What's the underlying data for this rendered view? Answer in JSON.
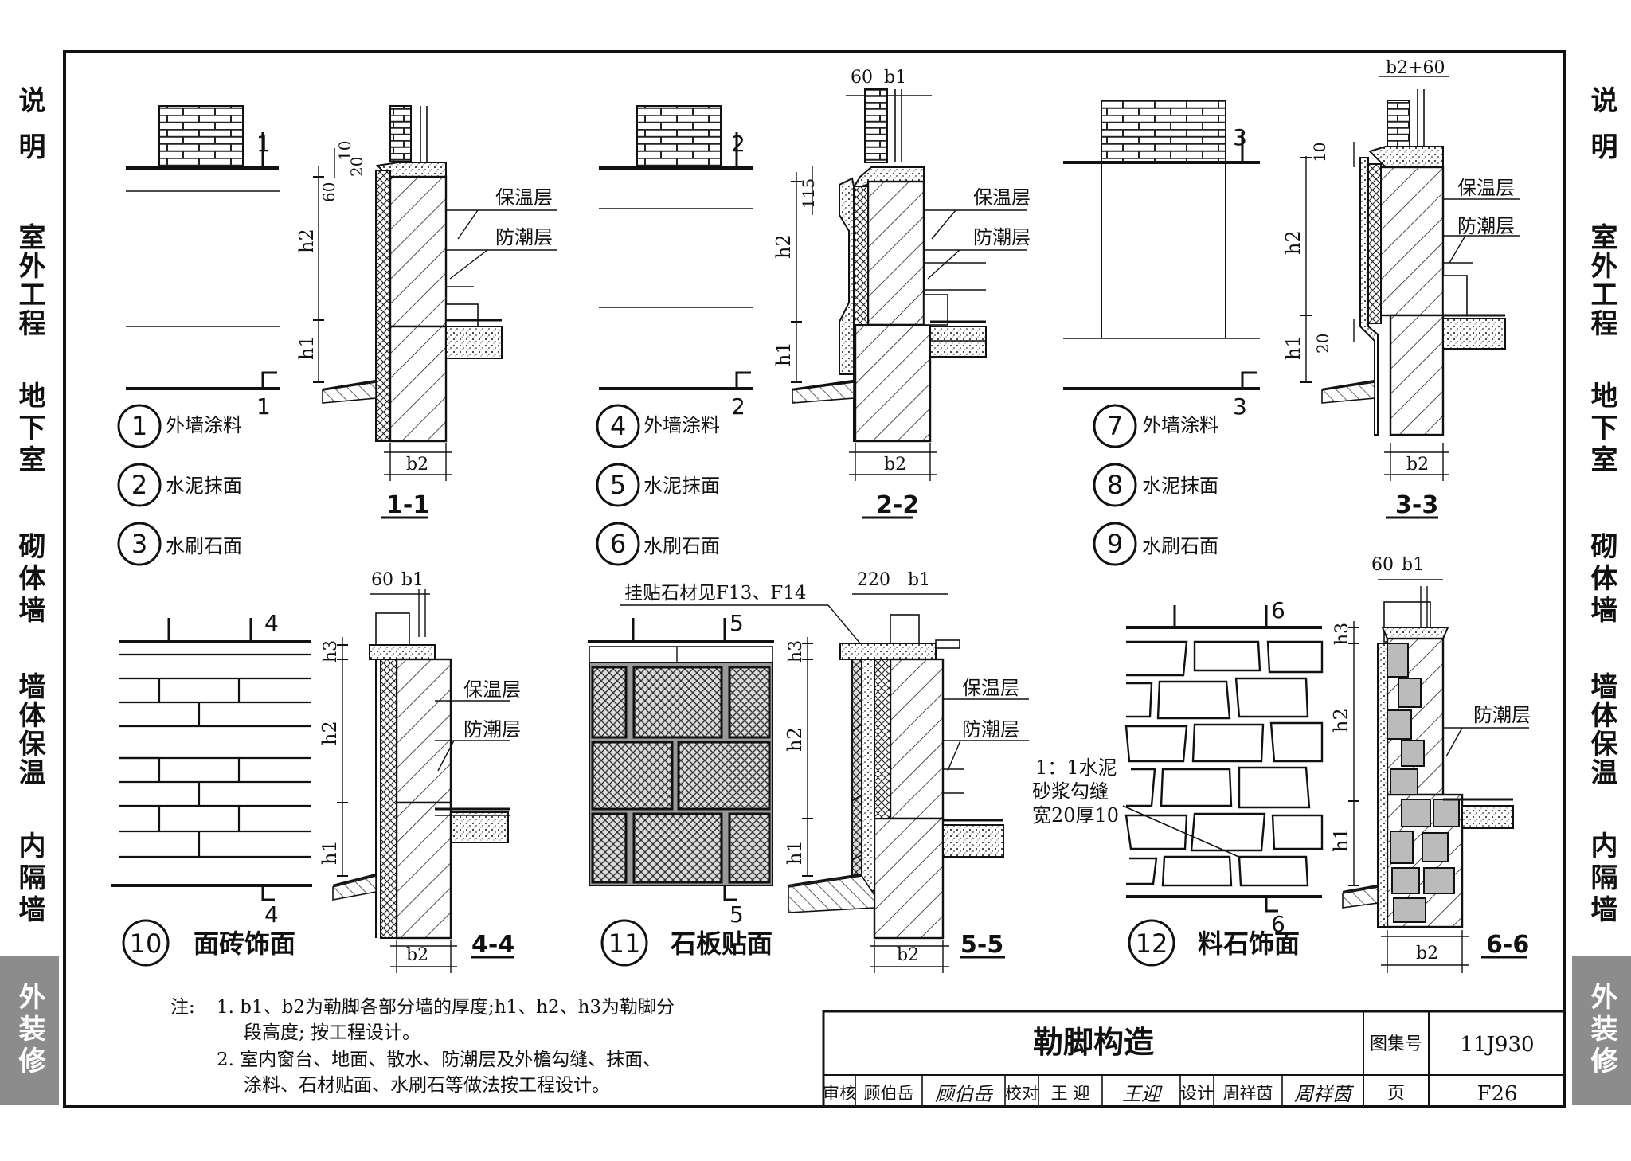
{
  "side_tabs": [
    {
      "label": "说明",
      "active": false
    },
    {
      "label": "室外工程",
      "active": false
    },
    {
      "label": "地下室",
      "active": false
    },
    {
      "label": "砌体墙",
      "active": false
    },
    {
      "label": "墙体保温",
      "active": false
    },
    {
      "label": "内隔墙",
      "active": false
    },
    {
      "label": "外装修",
      "active": true
    }
  ],
  "labels": {
    "insulation": "保温层",
    "damp_proof": "防潮层",
    "h1": "h1",
    "h2": "h2",
    "h3": "h3",
    "b1": "b1",
    "b2": "b2",
    "dim_60": "60",
    "dim_10": "10",
    "dim_20": "20",
    "dim_115": "115",
    "dim_220": "220",
    "dim_b2_60": "b2+60",
    "cut_1": "1",
    "cut_2": "2",
    "cut_3": "3",
    "cut_4": "4",
    "cut_5": "5",
    "cut_6": "6"
  },
  "groups": [
    {
      "items": [
        {
          "num": "1",
          "text": "外墙涂料"
        },
        {
          "num": "2",
          "text": "水泥抹面"
        },
        {
          "num": "3",
          "text": "水刷石面"
        }
      ],
      "section": "1-1"
    },
    {
      "items": [
        {
          "num": "4",
          "text": "外墙涂料"
        },
        {
          "num": "5",
          "text": "水泥抹面"
        },
        {
          "num": "6",
          "text": "水刷石面"
        }
      ],
      "section": "2-2"
    },
    {
      "items": [
        {
          "num": "7",
          "text": "外墙涂料"
        },
        {
          "num": "8",
          "text": "水泥抹面"
        },
        {
          "num": "9",
          "text": "水刷石面"
        }
      ],
      "section": "3-3"
    }
  ],
  "bottom_details": [
    {
      "num": "10",
      "text": "面砖饰面",
      "section": "4-4"
    },
    {
      "num": "11",
      "text": "石板贴面",
      "section": "5-5"
    },
    {
      "num": "12",
      "text": "料石饰面",
      "section": "6-6"
    }
  ],
  "annotations": {
    "stone_hanging": "挂贴石材见F13、F14",
    "joint_1": "1：1水泥",
    "joint_2": "砂浆勾缝",
    "joint_3": "宽20厚10"
  },
  "notes": {
    "prefix": "注:",
    "line1": "1. b1、b2为勒脚各部分墙的厚度;h1、h2、h3为勒脚分",
    "line2": "段高度; 按工程设计。",
    "line3": "2. 室内窗台、地面、散水、防潮层及外檐勾缝、抹面、",
    "line4": "涂料、石材贴面、水刷石等做法按工程设计。"
  },
  "title_block": {
    "title": "勒脚构造",
    "atlas_label": "图集号",
    "atlas_no": "11J930",
    "page_label": "页",
    "page_no": "F26",
    "review_label": "审核",
    "reviewer": "顾伯岳",
    "reviewer_sign": "顾伯岳",
    "check_label": "校对",
    "checker": "王 迎",
    "checker_sign": "王迎",
    "design_label": "设计",
    "designer": "周祥茵",
    "designer_sign": "周祥茵"
  }
}
